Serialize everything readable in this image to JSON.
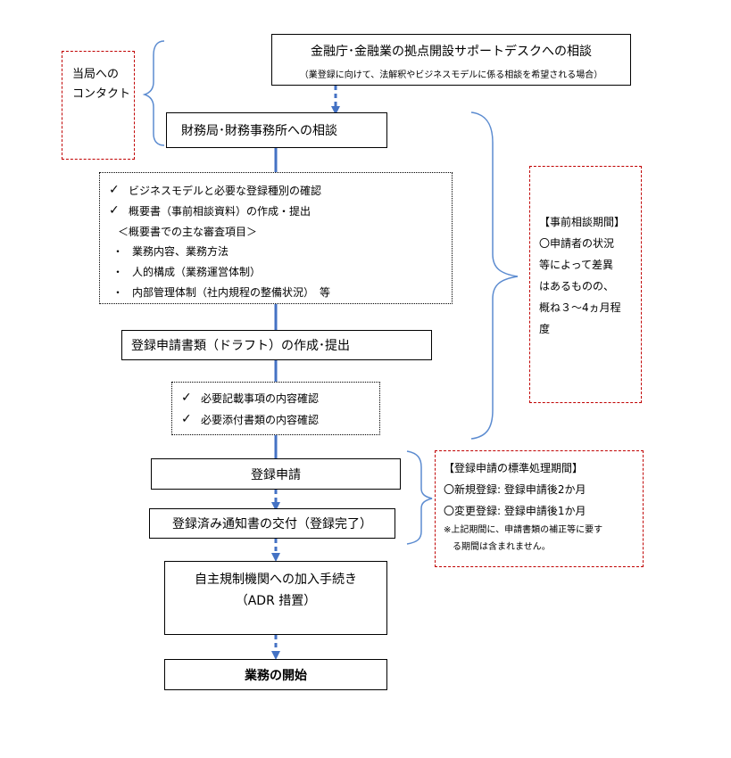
{
  "top_box": {
    "title": "金融庁･金融業の拠点開設サポートデスクへの相談",
    "subtitle": "（業登録に向けて、法解釈やビジネスモデルに係る相談を希望される場合）"
  },
  "contact_note": {
    "line1": "当局への",
    "line2": "コンタクト"
  },
  "consult_box": {
    "label": "財務局･財務事務所への相談"
  },
  "confirm_box": {
    "check_mark": "✓",
    "item1": "ビジネスモデルと必要な登録種別の確認",
    "item2": "概要書（事前相談資料）の作成・提出",
    "subheading": "＜概要書での主な審査項目＞",
    "bullet_mark": "・",
    "bullet1": "業務内容、業務方法",
    "bullet2": "人的構成（業務運営体制）",
    "bullet3": "内部管理体制（社内規程の整備状況）　等"
  },
  "pre_consult_period": {
    "heading": "【事前相談期間】",
    "line1": "〇申請者の状況",
    "line2": "等によって差異",
    "line3": "はあるものの、",
    "line4": "概ね３〜4ヵ月程",
    "line5": "度"
  },
  "draft_box": {
    "label": "登録申請書類（ドラフト）の作成･提出"
  },
  "review_box": {
    "check_mark": "✓",
    "item1": "必要記載事項の内容確認",
    "item2": "必要添付書類の内容確認"
  },
  "apply_box": {
    "label": "登録申請"
  },
  "notice_box": {
    "label": "登録済み通知書の交付（登録完了）"
  },
  "std_period": {
    "heading": "【登録申請の標準処理期間】",
    "line1": "〇新規登録: 登録申請後2か月",
    "line2": "〇変更登録: 登録申請後1か月",
    "note1": "※上記期間に、申請書類の補正等に要す",
    "note2": "る期間は含まれません。"
  },
  "join_box": {
    "line1": "自主規制機関への加入手続き",
    "line2": "（ADR 措置）"
  },
  "start_box": {
    "label": "業務の開始"
  },
  "colors": {
    "connector": "#4472c4",
    "bracket": "#5b8bd0",
    "dashed_border": "#c00000"
  }
}
